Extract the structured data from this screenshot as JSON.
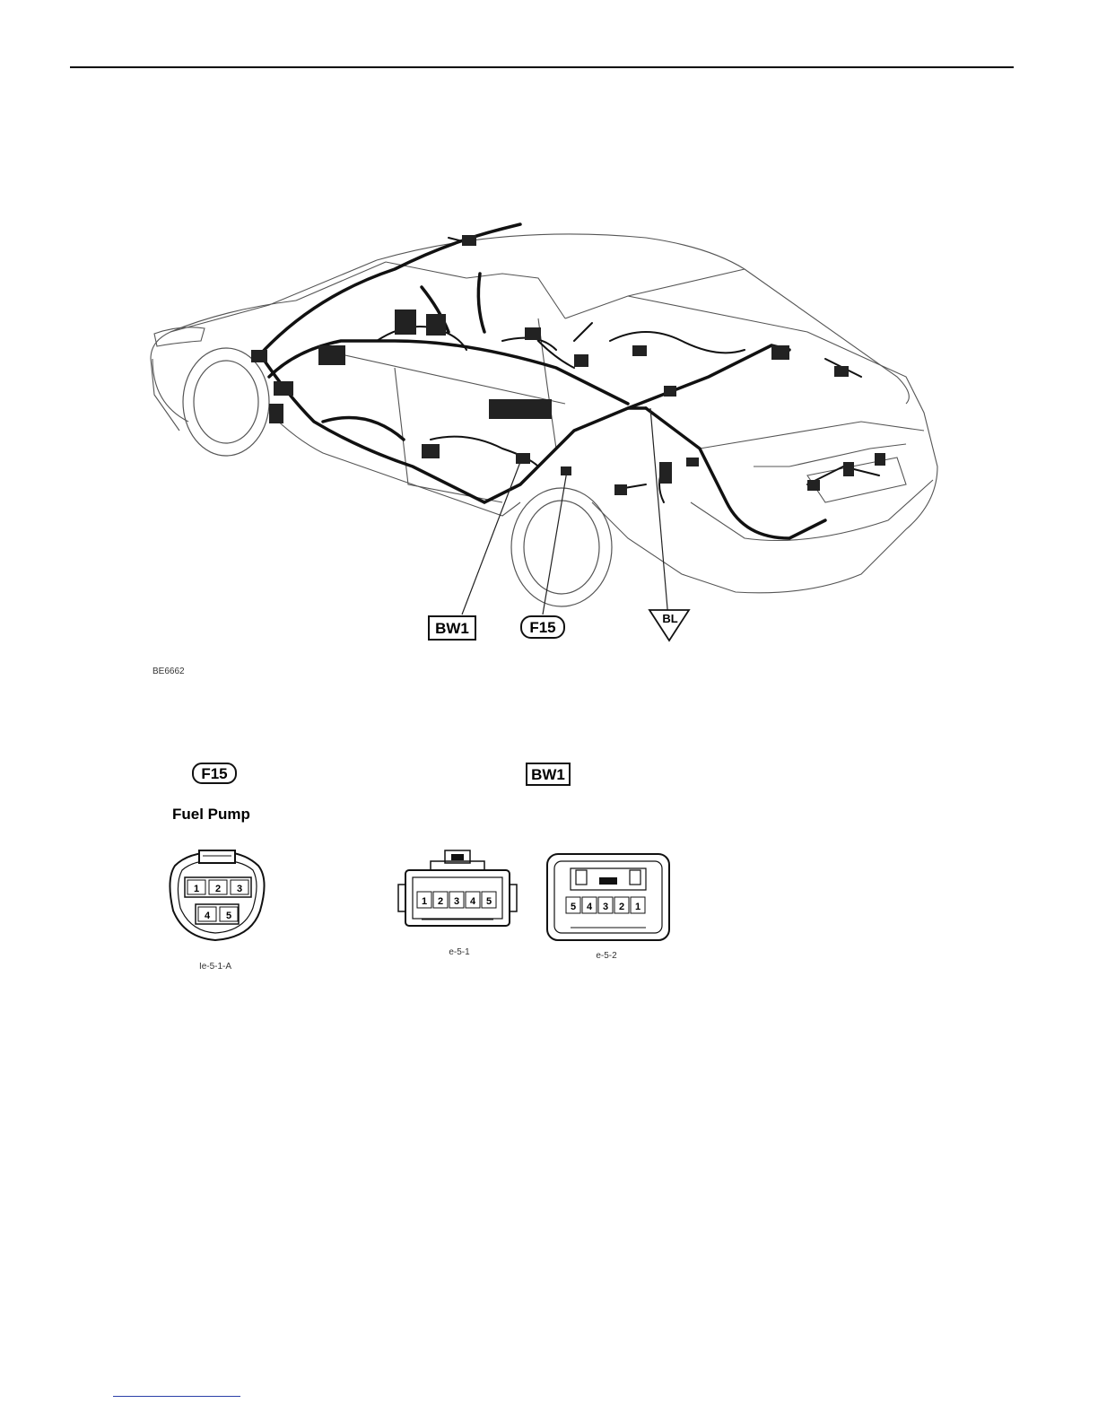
{
  "figure_code": "BE6662",
  "callouts": {
    "bw1": "BW1",
    "f15": "F15",
    "bl": "BL"
  },
  "connectors": [
    {
      "label": "F15",
      "title": "Fuel Pump",
      "views": [
        {
          "code": "Ie-5-1-A",
          "pins_top": [
            "1",
            "2",
            "3"
          ],
          "pins_bottom": [
            "4",
            "5"
          ]
        }
      ]
    },
    {
      "label": "BW1",
      "title": "",
      "views": [
        {
          "code": "e-5-1",
          "pins": [
            "1",
            "2",
            "3",
            "4",
            "5"
          ]
        },
        {
          "code": "e-5-2",
          "pins": [
            "5",
            "4",
            "3",
            "2",
            "1"
          ]
        }
      ]
    }
  ]
}
